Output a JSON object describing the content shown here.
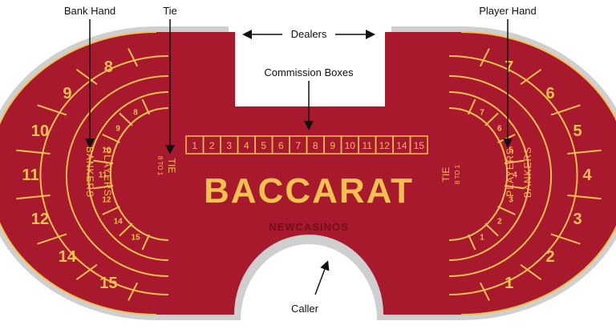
{
  "labels": {
    "bank_hand": "Bank Hand",
    "tie": "Tie",
    "dealers": "Dealers",
    "player_hand": "Player Hand",
    "commission_boxes": "Commission Boxes",
    "caller": "Caller"
  },
  "table": {
    "title": "BACCARAT",
    "logo": "NEWCASINOS",
    "players": "PLAYERS",
    "bankers": "BANKERS",
    "tie_label": "TIE",
    "tie_odds": "8 TO 1",
    "commission_numbers": [
      "1",
      "2",
      "3",
      "4",
      "5",
      "6",
      "7",
      "8",
      "9",
      "10",
      "11",
      "12",
      "14",
      "15"
    ],
    "left_seats": [
      "8",
      "9",
      "10",
      "11",
      "12",
      "14",
      "15"
    ],
    "right_seats": [
      "7",
      "6",
      "5",
      "4",
      "3",
      "2",
      "1"
    ],
    "left_small_seats": [
      "8",
      "9",
      "10",
      "11",
      "12",
      "14",
      "15"
    ],
    "right_small_seats": [
      "7",
      "6",
      "5",
      "4",
      "3",
      "2",
      "1"
    ]
  },
  "colors": {
    "felt": "#a8192e",
    "felt_dark": "#8e1226",
    "gold": "#f2c14e",
    "rim": "#d9d9d9"
  }
}
